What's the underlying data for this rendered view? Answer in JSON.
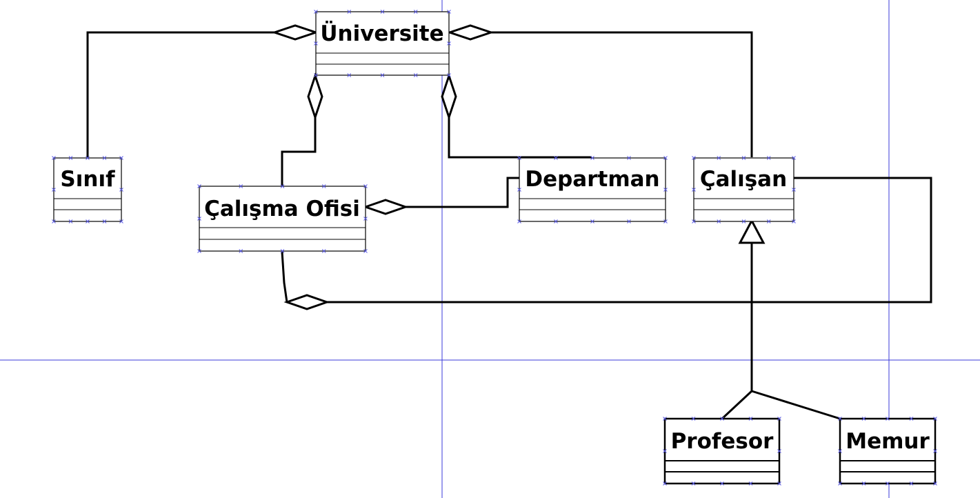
{
  "diagram": {
    "classes": [
      {
        "id": "universite",
        "name": "Üniversite"
      },
      {
        "id": "sinif",
        "name": "Sınıf"
      },
      {
        "id": "calisma-ofisi",
        "name": "Çalışma Ofisi"
      },
      {
        "id": "departman",
        "name": "Departman"
      },
      {
        "id": "calisan",
        "name": "Çalışan"
      },
      {
        "id": "profesor",
        "name": "Profesor"
      },
      {
        "id": "memur",
        "name": "Memur"
      }
    ],
    "relations": [
      {
        "type": "aggregation",
        "whole": "universite",
        "part": "sinif"
      },
      {
        "type": "aggregation",
        "whole": "universite",
        "part": "calisan"
      },
      {
        "type": "aggregation",
        "whole": "universite",
        "part": "calisma-ofisi"
      },
      {
        "type": "aggregation",
        "whole": "universite",
        "part": "departman"
      },
      {
        "type": "aggregation",
        "whole": "calisma-ofisi",
        "part": "departman"
      },
      {
        "type": "aggregation",
        "whole": "calisma-ofisi",
        "part": "calisan"
      },
      {
        "type": "generalization",
        "parent": "calisan",
        "child": "profesor"
      },
      {
        "type": "generalization",
        "parent": "calisan",
        "child": "memur"
      }
    ],
    "colors": {
      "line": "#000000",
      "guide": "#3a3ad8",
      "handle": "#5a5ae6",
      "background": "#ffffff"
    }
  }
}
